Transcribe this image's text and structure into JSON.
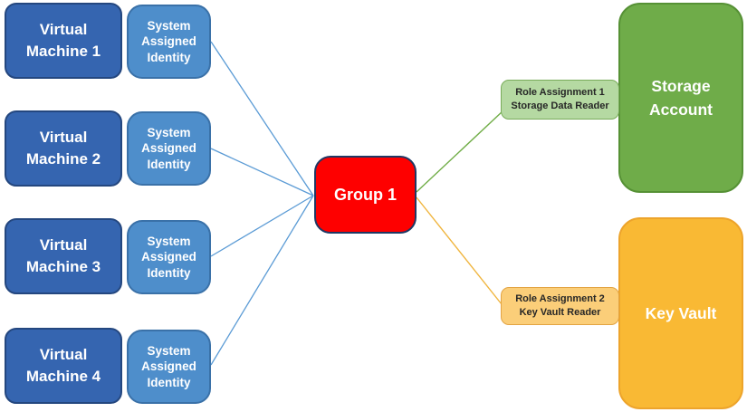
{
  "diagram": {
    "vms": [
      {
        "label": "Virtual Machine 1",
        "identity": "System Assigned Identity"
      },
      {
        "label": "Virtual Machine 2",
        "identity": "System Assigned Identity"
      },
      {
        "label": "Virtual Machine 3",
        "identity": "System Assigned Identity"
      },
      {
        "label": "Virtual Machine 4",
        "identity": "System Assigned Identity"
      }
    ],
    "group": {
      "label": "Group 1"
    },
    "role_assignments": [
      {
        "title": "Role Assignment 1",
        "role": "Storage Data Reader"
      },
      {
        "title": "Role Assignment 2",
        "role": "Key Vault Reader"
      }
    ],
    "resources": [
      {
        "label": "Storage Account"
      },
      {
        "label": "Key Vault"
      }
    ],
    "colors": {
      "vm_fill": "#3565B0",
      "vm_border": "#24477F",
      "identity_fill": "#4E8ECB",
      "identity_border": "#3A71A8",
      "group_fill": "#FE0000",
      "group_border": "#1F3864",
      "assignment_storage_fill": "#B5D9A2",
      "assignment_storage_border": "#79AC5A",
      "assignment_keyvault_fill": "#FBCE79",
      "assignment_keyvault_border": "#E3A443",
      "storage_fill": "#6FAC49",
      "storage_border": "#569135",
      "keyvault_fill": "#F9B934",
      "keyvault_border": "#EDA42B",
      "connector_blue": "#5B9BD5",
      "connector_green": "#70AD47",
      "connector_orange": "#F0B53E"
    }
  }
}
